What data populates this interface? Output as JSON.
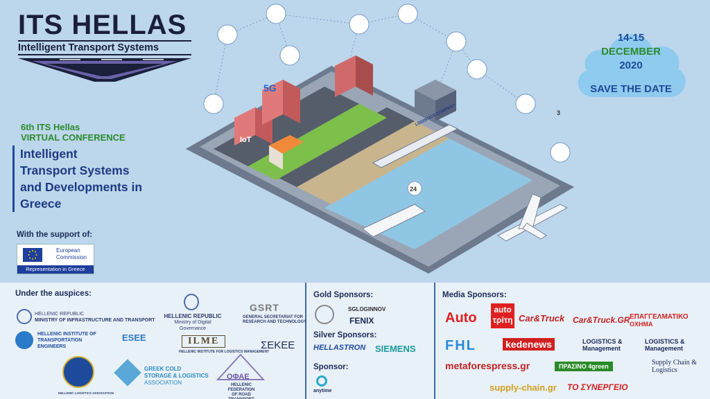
{
  "logo": {
    "title": "ITS HELLAS",
    "subtitle": "Intelligent Transport Systems"
  },
  "conference": {
    "line1": "6th ITS Hellas",
    "line2": "VIRTUAL CONFERENCE",
    "title1": "Intelligent",
    "title2": "Transport Systems",
    "title3": "and Developments in Greece"
  },
  "support": {
    "label": "With the support of:",
    "ec_line1": "European",
    "ec_line2": "Commission",
    "ec_band": "Representation in Greece"
  },
  "date": {
    "days": "14-15",
    "month": "DECEMBER",
    "year": "2020",
    "save": "SAVE THE DATE"
  },
  "illustration": {
    "tag_5g": "5G",
    "tag_iot": "IoT",
    "tag_logistics": "LOGISTICS COMPANY",
    "tag_24": "24",
    "tag_3": "3"
  },
  "auspices": {
    "heading": "Under the auspices:",
    "hr_ministry1": "HELLENIC REPUBLIC",
    "hr_ministry2": "MINISTRY OF INFRASTRUCTURE AND TRANSPORT",
    "hr_digital1": "HELLENIC REPUBLIC",
    "hr_digital2": "Ministry of Digital Governance",
    "gsrt": "GSRT",
    "gsrt_sub1": "GENERAL SECRETARIAT FOR",
    "gsrt_sub2": "RESEARCH AND TECHNOLOGY",
    "hite1": "HELLENIC INSTITUTE OF",
    "hite2": "TRANSPORTATION",
    "hite3": "ENGINEERS",
    "esee": "ESEE",
    "ilme": "ILME",
    "ilme_sub": "HELLENIC INSTITUTE FOR LOGISTICS MANAGEMENT",
    "sekee": "ΣΕΚΕΕ",
    "hla": "HELLENIC LOGISTICS ASSOCIATION",
    "gcs1": "GREEK COLD",
    "gcs2": "STORAGE & LOGISTICS",
    "gcs3": "ASSOCIATION",
    "ofae": "ΟΦΑΕ",
    "ofae_sub1": "HELLENIC FEDERATION",
    "ofae_sub2": "OF ROAD TRANSPORT"
  },
  "sponsors": {
    "gold_heading": "Gold Sponsors:",
    "gold1": "SGLOGINNOV",
    "gold2": "FENIX",
    "silver_heading": "Silver Sponsors:",
    "silver1": "HELLASTRON",
    "silver2": "SIEMENS",
    "sponsor_heading": "Sponsor:",
    "sponsor1": "anytime"
  },
  "media": {
    "heading": "Media Sponsors:",
    "auto": "Auto",
    "autotriti1": "auto",
    "autotriti2": "τρίτη",
    "cartruck1": "Car&Truck",
    "cartruck2": "Car&Truck.GR",
    "epag1": "ΕΠΑΓΓΕΛΜΑΤΙΚΟ",
    "epag2": "ΟΧΗΜΑ",
    "fhl": "FHL",
    "kede": "kedenews",
    "logmgmt1": "LOGISTICS & Management",
    "logmgmt2": "LOGISTICS & Management",
    "metafores": "metaforespress.gr",
    "prasino": "ΠΡΑΣΙΝΟ 4green",
    "supplychain1": "Supply Chain & Logistics",
    "supplychain2": "supply-chain.gr",
    "synergeio": "ΤΟ ΣΥΝΕΡΓΕΙΟ"
  }
}
